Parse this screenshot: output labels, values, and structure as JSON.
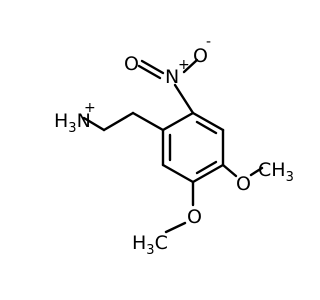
{
  "molecule": {
    "ammonium": {
      "h": "H",
      "subscript": "3",
      "n": "N",
      "charge": "+"
    },
    "nitro": {
      "n": "N",
      "n_charge": "+",
      "o_double": "O",
      "o_single": "O",
      "o_charge": "-"
    },
    "methoxy_upper": {
      "o": "O",
      "ch3": "CH",
      "subscript": "3"
    },
    "methoxy_lower": {
      "h": "H",
      "subscript": "3",
      "c": "C",
      "o": "O"
    }
  },
  "colors": {
    "bond": "#000000",
    "carbon_text": "#000000"
  }
}
